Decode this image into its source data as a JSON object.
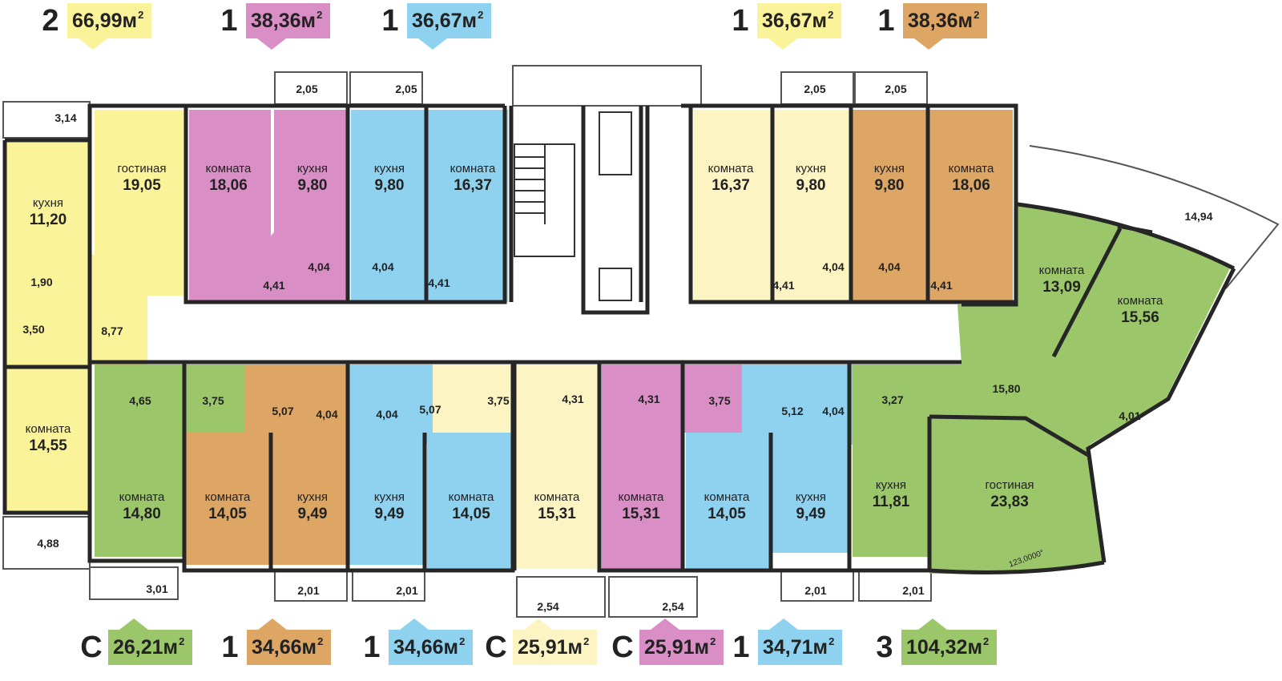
{
  "colors": {
    "yellow": "#fbf39a",
    "pink": "#da8ec6",
    "blue": "#8ed2f0",
    "cream": "#fdf4c4",
    "orange": "#dea664",
    "green": "#9bc66a",
    "wall": "#262626"
  },
  "badges_top": [
    {
      "rooms": "2",
      "area": "66,99м",
      "sup": "2",
      "color": "yellow"
    },
    {
      "rooms": "1",
      "area": "38,36м",
      "sup": "2",
      "color": "pink"
    },
    {
      "rooms": "1",
      "area": "36,67м",
      "sup": "2",
      "color": "blue"
    },
    {
      "rooms": "1",
      "area": "36,67м",
      "sup": "2",
      "color": "cream"
    },
    {
      "rooms": "1",
      "area": "38,36м",
      "sup": "2",
      "color": "orange"
    }
  ],
  "badges_bottom": [
    {
      "rooms": "С",
      "area": "26,21м",
      "sup": "2",
      "color": "green"
    },
    {
      "rooms": "1",
      "area": "34,66м",
      "sup": "2",
      "color": "orange"
    },
    {
      "rooms": "1",
      "area": "34,66м",
      "sup": "2",
      "color": "blue"
    },
    {
      "rooms": "С",
      "area": "25,91м",
      "sup": "2",
      "color": "cream"
    },
    {
      "rooms": "С",
      "area": "25,91м",
      "sup": "2",
      "color": "pink"
    },
    {
      "rooms": "1",
      "area": "34,71м",
      "sup": "2",
      "color": "blue"
    },
    {
      "rooms": "3",
      "area": "104,32м",
      "sup": "2",
      "color": "green"
    }
  ],
  "rooms": [
    {
      "name": "кухня",
      "area": "11,20"
    },
    {
      "name": "гостиная",
      "area": "19,05"
    },
    {
      "name": "комната",
      "area": "18,06"
    },
    {
      "name": "кухня",
      "area": "9,80"
    },
    {
      "name": "кухня",
      "area": "9,80"
    },
    {
      "name": "комната",
      "area": "16,37"
    },
    {
      "name": "комната",
      "area": "16,37"
    },
    {
      "name": "кухня",
      "area": "9,80"
    },
    {
      "name": "кухня",
      "area": "9,80"
    },
    {
      "name": "комната",
      "area": "18,06"
    },
    {
      "name": "комната",
      "area": "13,09"
    },
    {
      "name": "комната",
      "area": "15,56"
    },
    {
      "name": "комната",
      "area": "14,55"
    },
    {
      "name": "комната",
      "area": "14,80"
    },
    {
      "name": "комната",
      "area": "14,05"
    },
    {
      "name": "кухня",
      "area": "9,49"
    },
    {
      "name": "кухня",
      "area": "9,49"
    },
    {
      "name": "комната",
      "area": "14,05"
    },
    {
      "name": "комната",
      "area": "15,31"
    },
    {
      "name": "комната",
      "area": "15,31"
    },
    {
      "name": "комната",
      "area": "14,05"
    },
    {
      "name": "кухня",
      "area": "9,49"
    },
    {
      "name": "кухня",
      "area": "11,81"
    },
    {
      "name": "гостиная",
      "area": "23,83"
    }
  ],
  "small_areas": [
    "3,14",
    "2,05",
    "2,05",
    "2,05",
    "2,05",
    "14,94",
    "1,90",
    "3,50",
    "8,77",
    "4,41",
    "4,04",
    "4,04",
    "4,41",
    "4,41",
    "4,04",
    "4,04",
    "4,41",
    "15,80",
    "4,65",
    "3,75",
    "5,07",
    "4,04",
    "4,04",
    "5,07",
    "3,75",
    "4,31",
    "4,31",
    "3,75",
    "5,12",
    "4,04",
    "3,27",
    "4,01",
    "4,88",
    "3,01",
    "2,01",
    "2,01",
    "2,54",
    "2,54",
    "2,01",
    "2,01"
  ],
  "angle_label": "123,0000°"
}
